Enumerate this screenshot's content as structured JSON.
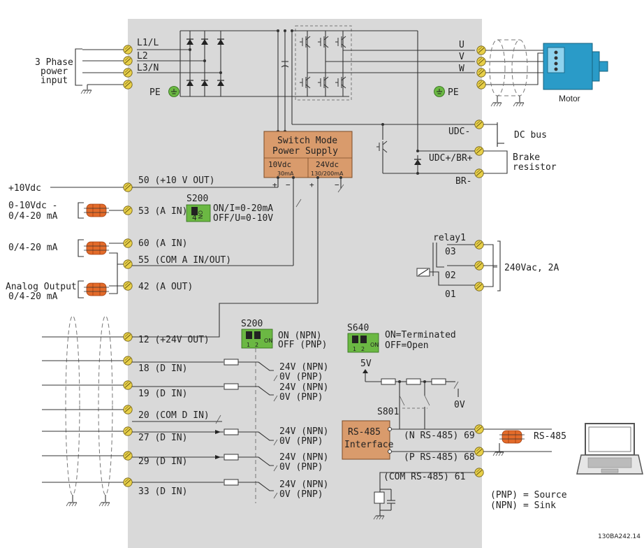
{
  "left_labels": {
    "three_phase": [
      "3 Phase",
      "power",
      "input"
    ],
    "vdc": "+10Vdc",
    "ain53": [
      "0-10Vdc -",
      "0/4-20  mA"
    ],
    "ain60": "0/4-20  mA",
    "aout": [
      "Analog Output",
      "0/4-20  mA"
    ]
  },
  "power_terminals": {
    "l1": "L1/L",
    "l2": "L2",
    "l3": "L3/N",
    "pe": "PE"
  },
  "motor_terminals": {
    "u": "U",
    "v": "V",
    "w": "W",
    "pe": "PE"
  },
  "motor_label": "Motor",
  "dc_terminals": {
    "udc_minus": "UDC-",
    "udc_plus": "UDC+/BR+",
    "br_minus": "BR-"
  },
  "dc_labels": {
    "dc_bus": "DC bus",
    "brake": [
      "Brake",
      "resistor"
    ]
  },
  "smps": {
    "title": [
      "Switch Mode",
      "Power Supply"
    ],
    "col1": [
      "10Vdc",
      "30mA"
    ],
    "col2": [
      "24Vdc",
      "130/200mA"
    ],
    "signs": [
      "+",
      "−",
      "+",
      "−"
    ]
  },
  "terminals": {
    "t50": "50 (+10 V OUT)",
    "t53": "53 (A IN)",
    "t60": "60 (A IN)",
    "t55": "55 (COM A IN/OUT)",
    "t42": "42 (A OUT)",
    "t12": "12 (+24V OUT)",
    "t18": "18 (D IN)",
    "t19": "19 (D IN)",
    "t20": "20 (COM D IN)",
    "t27": "27 (D IN)",
    "t29": "29 (D IN)",
    "t33": "33 (D IN)"
  },
  "switch_s200_top": {
    "title": "S200",
    "sw": "4",
    "on": "ON",
    "lines": [
      "ON/I=0-20mA",
      "OFF/U=0-10V"
    ]
  },
  "switch_s200_mid": {
    "title": "S200",
    "sw": [
      "1",
      "2"
    ],
    "on": "ON",
    "lines": [
      "ON (NPN)",
      "OFF (PNP)"
    ]
  },
  "switch_s640": {
    "title": "S640",
    "sw": [
      "1",
      "2"
    ],
    "on": "ON",
    "lines": [
      "ON=Terminated",
      "OFF=Open"
    ]
  },
  "npn_pnp": {
    "npn": "24V (NPN)",
    "pnp": "0V (PNP)"
  },
  "relay": {
    "title": "relay1",
    "t03": "03",
    "t02": "02",
    "t01": "01",
    "rating": "240Vac, 2A"
  },
  "rs485": {
    "v5": "5V",
    "v0": "0V",
    "s801": "S801",
    "iface": [
      "RS-485",
      "Interface"
    ],
    "n": "(N RS-485) 69",
    "p": "(P RS-485) 68",
    "com": "(COM RS-485) 61",
    "ext": "RS-485"
  },
  "legend": [
    "(PNP) = Source",
    "(NPN) = Sink"
  ],
  "code": "130BA242.14",
  "colors": {
    "panel": "#d9d9d9",
    "terminal": "#e8d04a",
    "smps": "#d99b6c",
    "switch": "#6bb843",
    "ferrite": "#e36b2a",
    "motor": "#2a9bc8"
  }
}
